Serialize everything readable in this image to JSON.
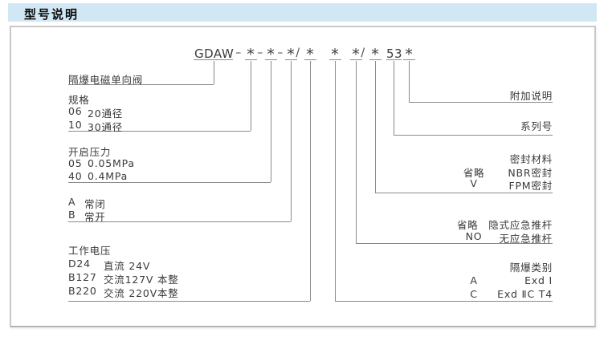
{
  "header": {
    "title": "型号说明"
  },
  "colors": {
    "header_bg": "#d2e7f4",
    "line": "#8a8a8a",
    "text": "#3a3a3a"
  },
  "model_code": {
    "full": "GDAW–*–*–*/* * */* 53 *",
    "tokens": [
      "GDAW",
      "–",
      "*",
      "–",
      "*",
      "–",
      "*",
      "/",
      "*",
      "*",
      "*",
      "/",
      "*",
      "53",
      "*"
    ]
  },
  "left_blocks": {
    "product": {
      "title": "隔爆电磁单向阀"
    },
    "spec": {
      "title": "规格",
      "rows": [
        {
          "code": "06",
          "desc": "20通径"
        },
        {
          "code": "10",
          "desc": "30通径"
        }
      ]
    },
    "pressure": {
      "title": "开启压力",
      "rows": [
        {
          "code": "05",
          "desc": "0.05MPa"
        },
        {
          "code": "40",
          "desc": "0.4MPa"
        }
      ]
    },
    "valve_state": {
      "rows": [
        {
          "code": "A",
          "desc": "常闭"
        },
        {
          "code": "B",
          "desc": "常开"
        }
      ]
    },
    "voltage": {
      "title": "工作电压",
      "rows": [
        {
          "code": "D24",
          "desc": "直流 24V"
        },
        {
          "code": "B127",
          "desc": "交流127V 本整"
        },
        {
          "code": "B220",
          "desc": "交流 220V本整"
        }
      ]
    }
  },
  "right_blocks": {
    "additional": {
      "title": "附加说明"
    },
    "series": {
      "title": "系列号"
    },
    "sealing": {
      "title": "密封材料",
      "rows": [
        {
          "code": "省略",
          "desc": "NBR密封"
        },
        {
          "code": "V",
          "desc": "FPM密封"
        }
      ]
    },
    "pushrod": {
      "rows": [
        {
          "code": "省略",
          "desc": "隐式应急推杆"
        },
        {
          "code": "NO",
          "desc": "无应急推杆"
        }
      ]
    },
    "explosion_class": {
      "title": "隔爆类别",
      "rows": [
        {
          "code": "A",
          "desc": "Exd Ⅰ"
        },
        {
          "code": "C",
          "desc": "Exd ⅡC T4"
        }
      ]
    }
  }
}
